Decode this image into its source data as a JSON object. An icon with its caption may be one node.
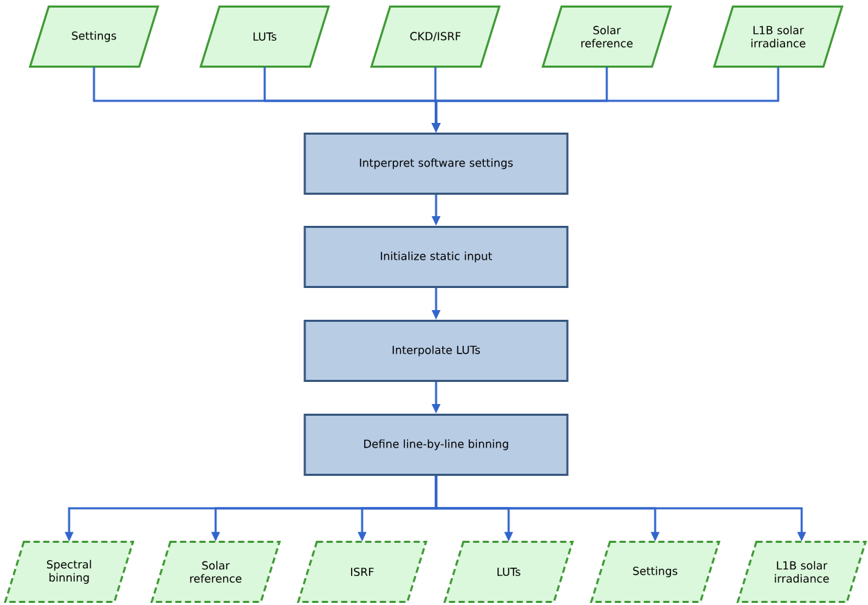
{
  "diagram": {
    "nodes": [
      {
        "text": [
          "Settings"
        ]
      },
      {
        "text": [
          "LUTs"
        ]
      },
      {
        "text": [
          "CKD/ISRF"
        ]
      },
      {
        "text": [
          "Solar reference"
        ]
      },
      {
        "text": [
          "L1B solar irradiance"
        ]
      },
      {
        "text": [
          "Intperpret software settings"
        ]
      },
      {
        "text": [
          "Initialize static input"
        ]
      },
      {
        "text": [
          "Interpolate LUTs"
        ]
      },
      {
        "text": [
          "Define line-by-line binning"
        ]
      },
      {
        "text": [
          "Spectral binning"
        ]
      },
      {
        "text": [
          "Solar reference"
        ]
      },
      {
        "text": [
          "ISRF"
        ]
      },
      {
        "text": [
          "LUTs"
        ]
      },
      {
        "text": [
          "Settings"
        ]
      },
      {
        "text": [
          "L1B solar irradiance"
        ]
      }
    ],
    "edges": [
      {
        "from": 0,
        "to": 5,
        "arrow": "to"
      },
      {
        "from": 1,
        "to": 5,
        "arrow": "to"
      },
      {
        "from": 2,
        "to": 5,
        "arrow": "to"
      },
      {
        "from": 3,
        "to": 5,
        "arrow": "to"
      },
      {
        "from": 4,
        "to": 5,
        "arrow": "to"
      },
      {
        "from": 5,
        "to": 6,
        "arrow": "to"
      },
      {
        "from": 6,
        "to": 7,
        "arrow": "to"
      },
      {
        "from": 7,
        "to": 8,
        "arrow": "to"
      },
      {
        "from": 8,
        "to": 9,
        "arrow": "to"
      },
      {
        "from": 8,
        "to": 10,
        "arrow": "to"
      },
      {
        "from": 8,
        "to": 11,
        "arrow": "to"
      },
      {
        "from": 8,
        "to": 12,
        "arrow": "to"
      },
      {
        "from": 8,
        "to": 13,
        "arrow": "to"
      },
      {
        "from": 8,
        "to": 14,
        "arrow": "to"
      }
    ]
  }
}
